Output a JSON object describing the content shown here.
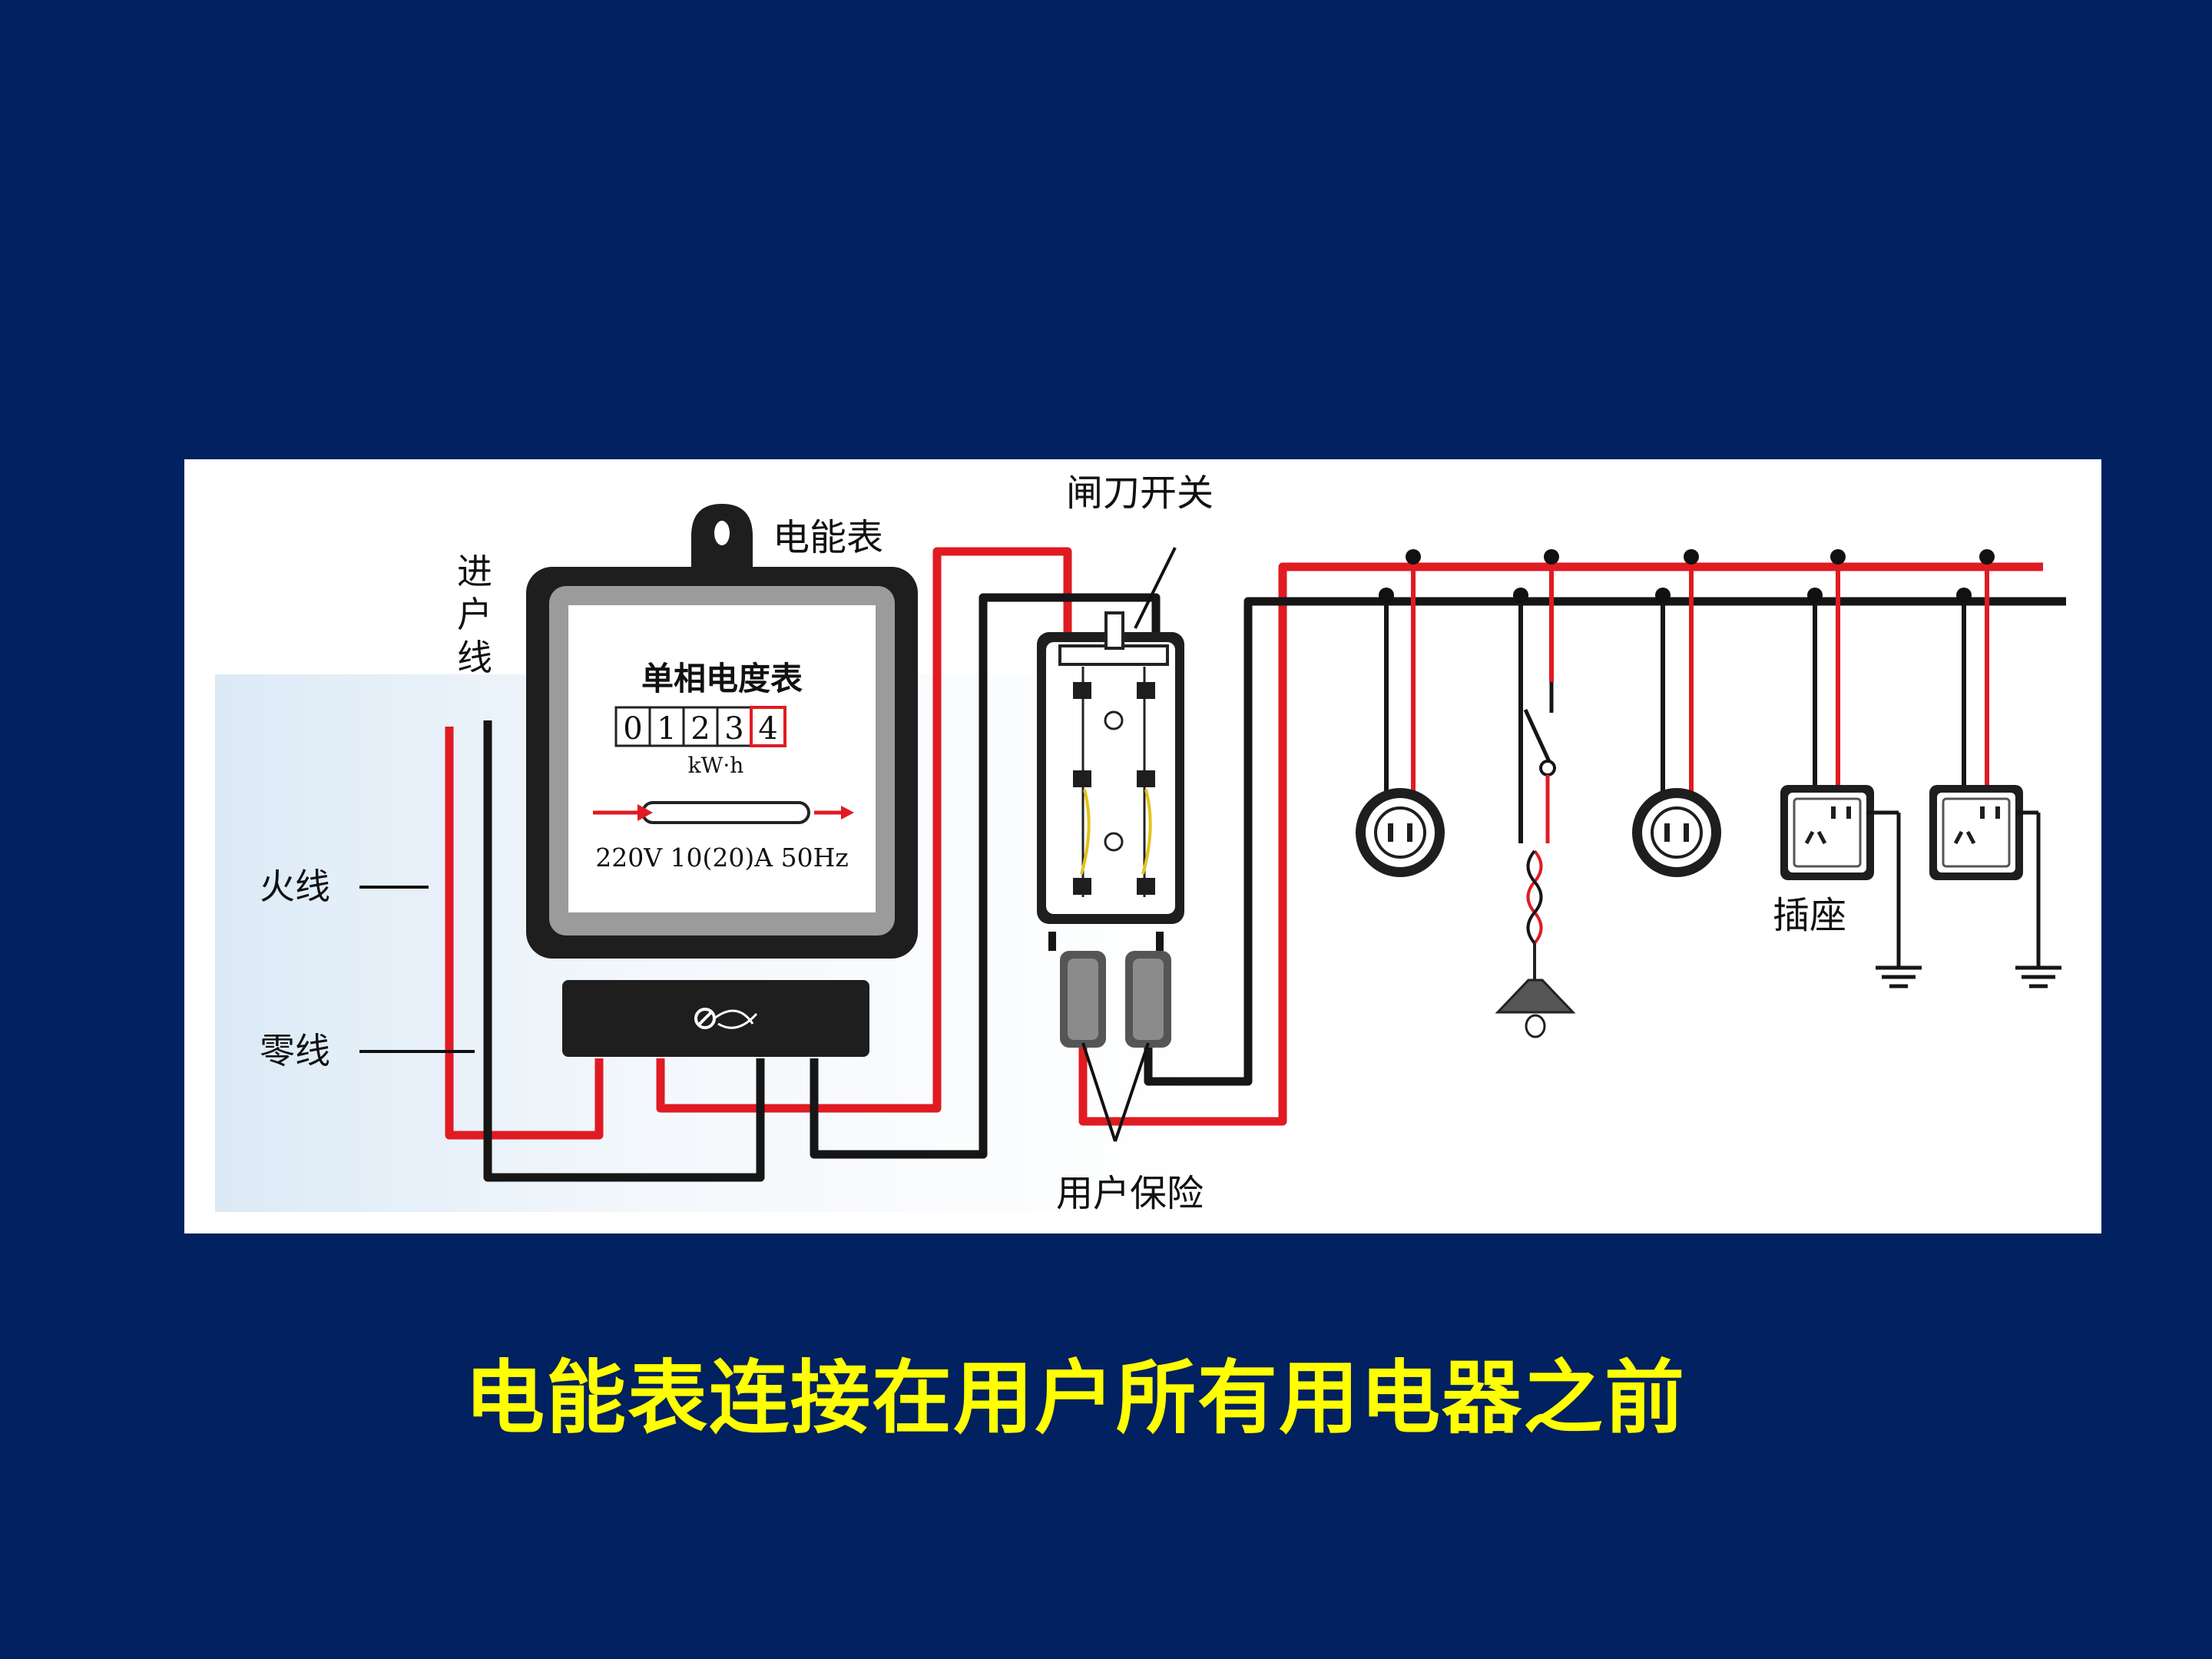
{
  "diagram": {
    "labels": {
      "incoming_line": [
        "进",
        "户",
        "线"
      ],
      "live_wire": "火线",
      "neutral_wire": "零线",
      "meter": "电能表",
      "knife_switch": "闸刀开关",
      "user_fuse": "用户保险",
      "socket": "插座"
    },
    "meter_face": {
      "title": "单相电度表",
      "digits": [
        "0",
        "1",
        "2",
        "3",
        "4"
      ],
      "unit": "kW·h",
      "rating": "220V 10(20)A 50Hz"
    },
    "colors": {
      "live": "#E01B22",
      "neutral": "#161616",
      "panel_bg": "#FFFFFF",
      "page_bg": "#012160"
    }
  },
  "caption": "电能表连接在用户所有用电器之前"
}
